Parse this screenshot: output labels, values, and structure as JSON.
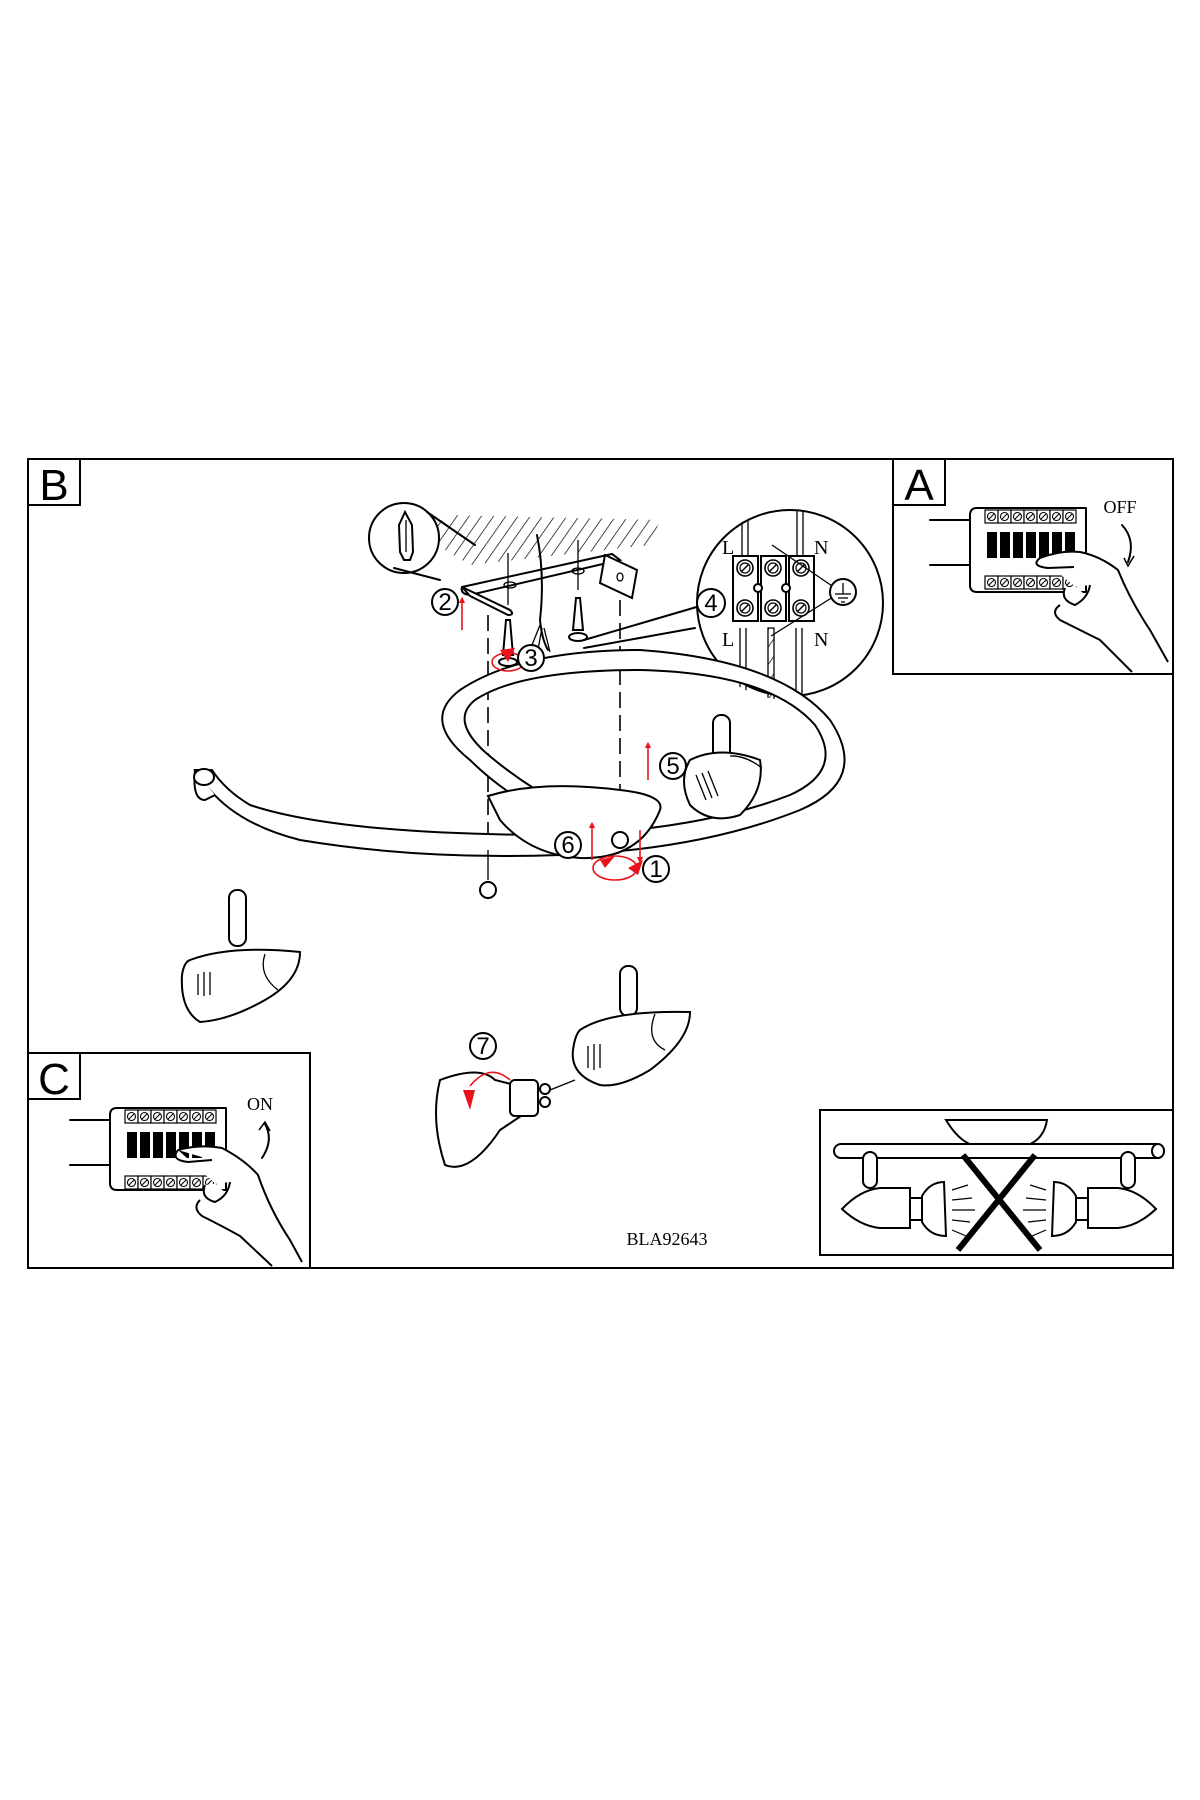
{
  "document": {
    "type": "installation-instructions",
    "model_code": "BLA92643"
  },
  "panels": {
    "main": {
      "letter": "B"
    },
    "switch_off": {
      "letter": "A",
      "label": "OFF"
    },
    "switch_on": {
      "letter": "C",
      "label": "ON"
    },
    "warning": {
      "description": "do-not-point-spotlights-toward-each-other"
    }
  },
  "wiring": {
    "top_left": "L",
    "top_right": "N",
    "bottom_left": "L",
    "bottom_right": "N",
    "ground_symbol": "earth-icon"
  },
  "steps": [
    "1",
    "2",
    "3",
    "4",
    "5",
    "6",
    "7"
  ],
  "colors": {
    "line": "#000000",
    "arrow": "#e8131b",
    "background": "#ffffff"
  }
}
